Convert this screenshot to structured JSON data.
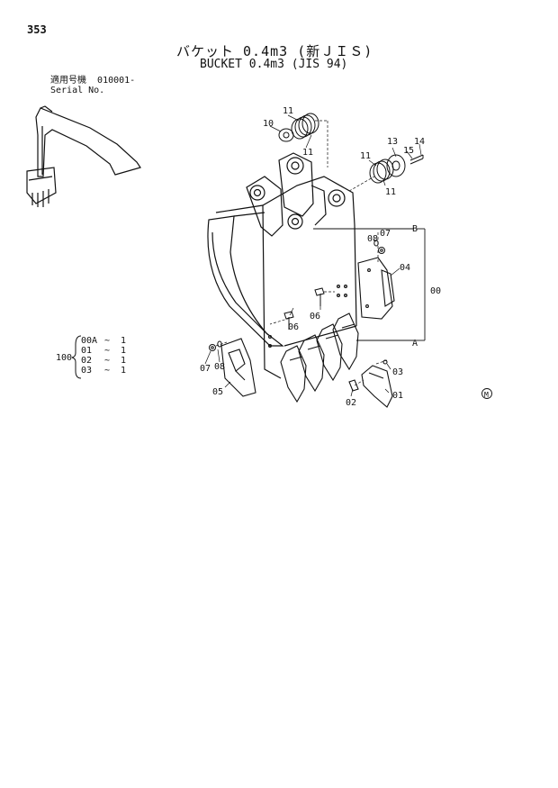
{
  "page": {
    "number": "353"
  },
  "title": {
    "japanese": "バケット 0.4m3 (新ＪＩＳ)",
    "english": "BUCKET 0.4m3 (JIS 94)"
  },
  "serial": {
    "label_jp": "適用号機",
    "value": "010001-",
    "label_en": "Serial No."
  },
  "quantities": {
    "assembly": "100",
    "rows": [
      {
        "code": "00A",
        "sep": "~",
        "qty": "1"
      },
      {
        "code": "01",
        "sep": "~",
        "qty": "1"
      },
      {
        "code": "02",
        "sep": "~",
        "qty": "1"
      },
      {
        "code": "03",
        "sep": "~",
        "qty": "1"
      }
    ]
  },
  "callouts": {
    "c10": "10",
    "c11a": "11",
    "c11b": "11",
    "c11c": "11",
    "c11d": "11",
    "c13": "13",
    "c14": "14",
    "c15": "15",
    "cB": "B",
    "cA": "A",
    "c00": "00",
    "c07a": "07",
    "c08a": "08",
    "c04": "04",
    "c06a": "06",
    "c06b": "06",
    "c07b": "07",
    "c08b": "08",
    "c05": "05",
    "c02": "02",
    "c01": "01",
    "c03": "03"
  },
  "mark": "M"
}
